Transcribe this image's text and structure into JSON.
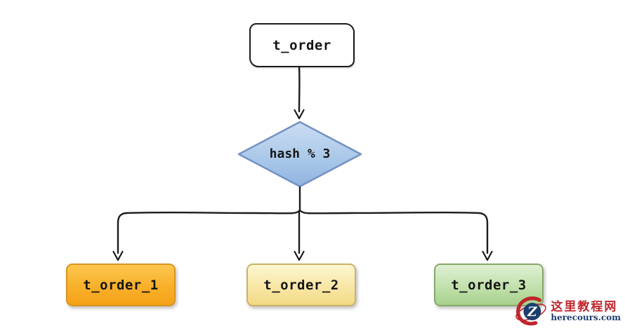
{
  "diagram": {
    "root": {
      "label": "t_order"
    },
    "decision": {
      "label": "hash % 3"
    },
    "shards": [
      {
        "label": "t_order_1",
        "fill_top": "#fdc74f",
        "fill_bottom": "#f5a117",
        "border": "#d9941f"
      },
      {
        "label": "t_order_2",
        "fill_top": "#fdf6d0",
        "fill_bottom": "#f2d985",
        "border": "#ccb168"
      },
      {
        "label": "t_order_3",
        "fill_top": "#def0d3",
        "fill_bottom": "#a6d08b",
        "border": "#86a96a"
      }
    ],
    "colors": {
      "edge": "#1b1b1b",
      "root_fill": "#ffffff",
      "root_border": "#1b1b1b",
      "decision_fill_top": "#c9dbf2",
      "decision_fill_bottom": "#90b3e0",
      "decision_border": "#7593c4"
    }
  },
  "watermark": {
    "site_name": "这里教程网",
    "site_url": "herecours.com",
    "logo_letter": "Z",
    "red": "#c0262c",
    "navy": "#1c3e6e"
  }
}
